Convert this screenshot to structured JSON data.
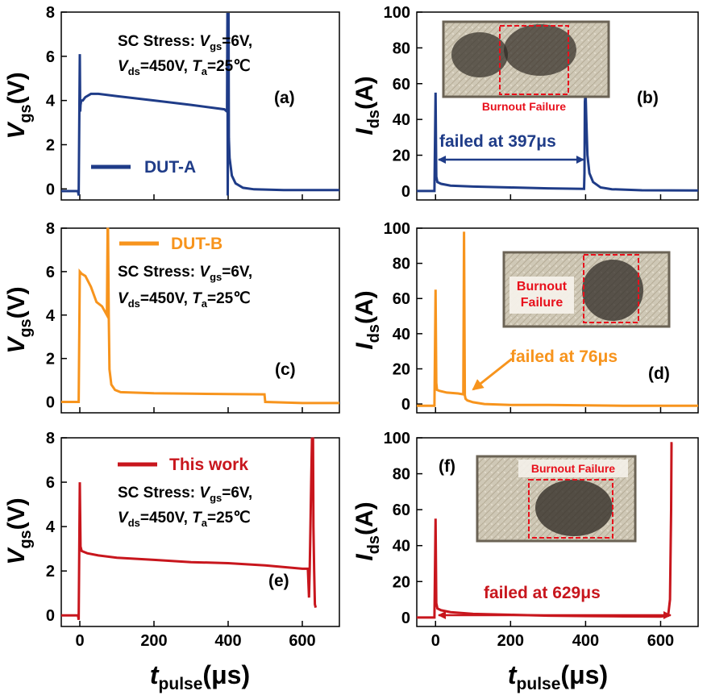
{
  "figure": {
    "x_axis_label": {
      "main": "t",
      "sub": "pulse",
      "unit": "(μs)"
    },
    "conditions": {
      "line1": {
        "prefix": "SC Stress: ",
        "var": "V",
        "sub": "gs",
        "val": "=6V,"
      },
      "line2": {
        "var1": "V",
        "sub1": "ds",
        "val1": "=450V, ",
        "var2": "T",
        "sub2": "a",
        "val2": "=25℃"
      }
    },
    "colors": {
      "dut_a": "#1f3c88",
      "dut_b": "#f7941d",
      "this_work": "#c8161d",
      "red_text": "#e8101c"
    }
  },
  "chart_data": [
    {
      "panel": "(a)",
      "type": "line",
      "ylabel": {
        "main": "V",
        "sub": "gs",
        "unit": "(V)"
      },
      "xlim": [
        -50,
        700
      ],
      "ylim": [
        -0.5,
        8
      ],
      "xticks": [
        0,
        200,
        400,
        600
      ],
      "yticks": [
        0,
        2,
        4,
        6,
        8
      ],
      "legend": {
        "position": "bottom-left"
      },
      "series": [
        {
          "name": "DUT-A",
          "color": "#1f3c88",
          "x": [
            -50,
            -5,
            -3,
            0,
            1,
            2,
            4,
            8,
            15,
            30,
            50,
            100,
            200,
            300,
            390,
            397,
            398,
            399,
            401,
            402,
            404,
            410,
            420,
            440,
            470,
            550,
            700
          ],
          "y": [
            -0.1,
            -0.1,
            -0.3,
            6.1,
            3.5,
            3.8,
            4.0,
            4.0,
            4.15,
            4.3,
            4.3,
            4.2,
            4.0,
            3.8,
            3.6,
            3.5,
            8.0,
            -0.3,
            8.0,
            2.3,
            1.4,
            0.6,
            0.25,
            0.05,
            -0.02,
            -0.05,
            -0.05
          ]
        }
      ]
    },
    {
      "panel": "(b)",
      "type": "line",
      "ylabel": {
        "main": "I",
        "sub": "ds",
        "unit": "(A)"
      },
      "xlim": [
        -50,
        700
      ],
      "ylim": [
        -5,
        100
      ],
      "xticks": [
        0,
        200,
        400,
        600
      ],
      "yticks": [
        0,
        20,
        40,
        60,
        80,
        100
      ],
      "annotation": "failed at 397μs",
      "annotation_span": [
        0,
        397
      ],
      "inset_caption": "Burnout Failure",
      "series": [
        {
          "name": "",
          "color": "#1f3c88",
          "x": [
            -50,
            -3,
            0,
            2,
            5,
            15,
            40,
            100,
            200,
            300,
            396,
            397,
            398,
            400,
            402,
            405,
            410,
            420,
            440,
            470,
            550,
            700
          ],
          "y": [
            0,
            0,
            55,
            8,
            5,
            4,
            3,
            2.5,
            2,
            1.5,
            1.2,
            10,
            50,
            55,
            40,
            20,
            10,
            5,
            2,
            1,
            0.4,
            0.3
          ]
        }
      ]
    },
    {
      "panel": "(c)",
      "type": "line",
      "ylabel": {
        "main": "V",
        "sub": "gs",
        "unit": "(V)"
      },
      "xlim": [
        -50,
        700
      ],
      "ylim": [
        -0.5,
        8
      ],
      "xticks": [
        0,
        200,
        400,
        600
      ],
      "yticks": [
        0,
        2,
        4,
        6,
        8
      ],
      "legend": {
        "position": "top-left"
      },
      "series": [
        {
          "name": "DUT-B",
          "color": "#f7941d",
          "x": [
            -50,
            -5,
            -3,
            0,
            5,
            15,
            30,
            45,
            60,
            73,
            75,
            76,
            78,
            80,
            85,
            95,
            110,
            200,
            300,
            400,
            498,
            500,
            600,
            700
          ],
          "y": [
            0,
            0,
            0,
            6.0,
            5.9,
            5.8,
            5.3,
            4.6,
            4.4,
            4.0,
            8.0,
            8.0,
            4.0,
            1.5,
            0.8,
            0.55,
            0.45,
            0.4,
            0.38,
            0.36,
            0.35,
            0.0,
            -0.05,
            -0.05
          ]
        }
      ]
    },
    {
      "panel": "(d)",
      "type": "line",
      "ylabel": {
        "main": "I",
        "sub": "ds",
        "unit": "(A)"
      },
      "xlim": [
        -50,
        700
      ],
      "ylim": [
        -5,
        100
      ],
      "xticks": [
        0,
        200,
        400,
        600
      ],
      "yticks": [
        0,
        20,
        40,
        60,
        80,
        100
      ],
      "annotation": "failed at 76μs",
      "inset_caption_lines": [
        "Burnout",
        "Failure"
      ],
      "series": [
        {
          "name": "",
          "color": "#f7941d",
          "x": [
            -50,
            -3,
            0,
            2,
            4,
            10,
            30,
            60,
            74,
            76,
            78,
            80,
            85,
            100,
            130,
            200,
            300,
            500,
            700
          ],
          "y": [
            -1,
            -1,
            65,
            12,
            8,
            7.5,
            6.5,
            6,
            5.5,
            98,
            5,
            3,
            2,
            1,
            0,
            -0.5,
            -0.5,
            -1,
            -1
          ]
        }
      ]
    },
    {
      "panel": "(e)",
      "type": "line",
      "ylabel": {
        "main": "V",
        "sub": "gs",
        "unit": "(V)"
      },
      "xlim": [
        -50,
        700
      ],
      "ylim": [
        -0.5,
        8
      ],
      "xticks": [
        0,
        200,
        400,
        600
      ],
      "yticks": [
        0,
        2,
        4,
        6,
        8
      ],
      "legend": {
        "position": "top-center"
      },
      "series": [
        {
          "name": "This work",
          "color": "#c8161d",
          "x": [
            -50,
            -5,
            -3,
            0,
            2,
            5,
            20,
            50,
            100,
            200,
            300,
            400,
            500,
            600,
            615,
            618,
            620,
            622,
            624,
            626,
            629,
            630,
            632,
            634,
            636
          ],
          "y": [
            0,
            0,
            -0.2,
            6.0,
            3.1,
            2.9,
            2.8,
            2.7,
            2.6,
            2.5,
            2.4,
            2.35,
            2.25,
            2.1,
            2.1,
            0.8,
            2.1,
            4.0,
            6.0,
            8.0,
            8.0,
            4.0,
            2.0,
            0.5,
            0.35
          ]
        }
      ]
    },
    {
      "panel": "(f)",
      "type": "line",
      "ylabel": {
        "main": "I",
        "sub": "ds",
        "unit": "(A)"
      },
      "xlim": [
        -50,
        700
      ],
      "ylim": [
        -5,
        100
      ],
      "xticks": [
        0,
        200,
        400,
        600
      ],
      "yticks": [
        0,
        20,
        40,
        60,
        80,
        100
      ],
      "annotation": "failed at 629μs",
      "annotation_span": [
        0,
        629
      ],
      "inset_caption": "Burnout Failure",
      "series": [
        {
          "name": "",
          "color": "#c8161d",
          "x": [
            -50,
            -3,
            0,
            2,
            5,
            15,
            40,
            100,
            200,
            300,
            400,
            500,
            600,
            620,
            625,
            628,
            629,
            630,
            632
          ],
          "y": [
            0,
            0,
            55,
            8,
            5,
            4,
            3,
            2,
            1.5,
            1,
            0.8,
            0.6,
            0.5,
            1,
            10,
            60,
            97,
            97,
            97
          ]
        }
      ]
    }
  ]
}
